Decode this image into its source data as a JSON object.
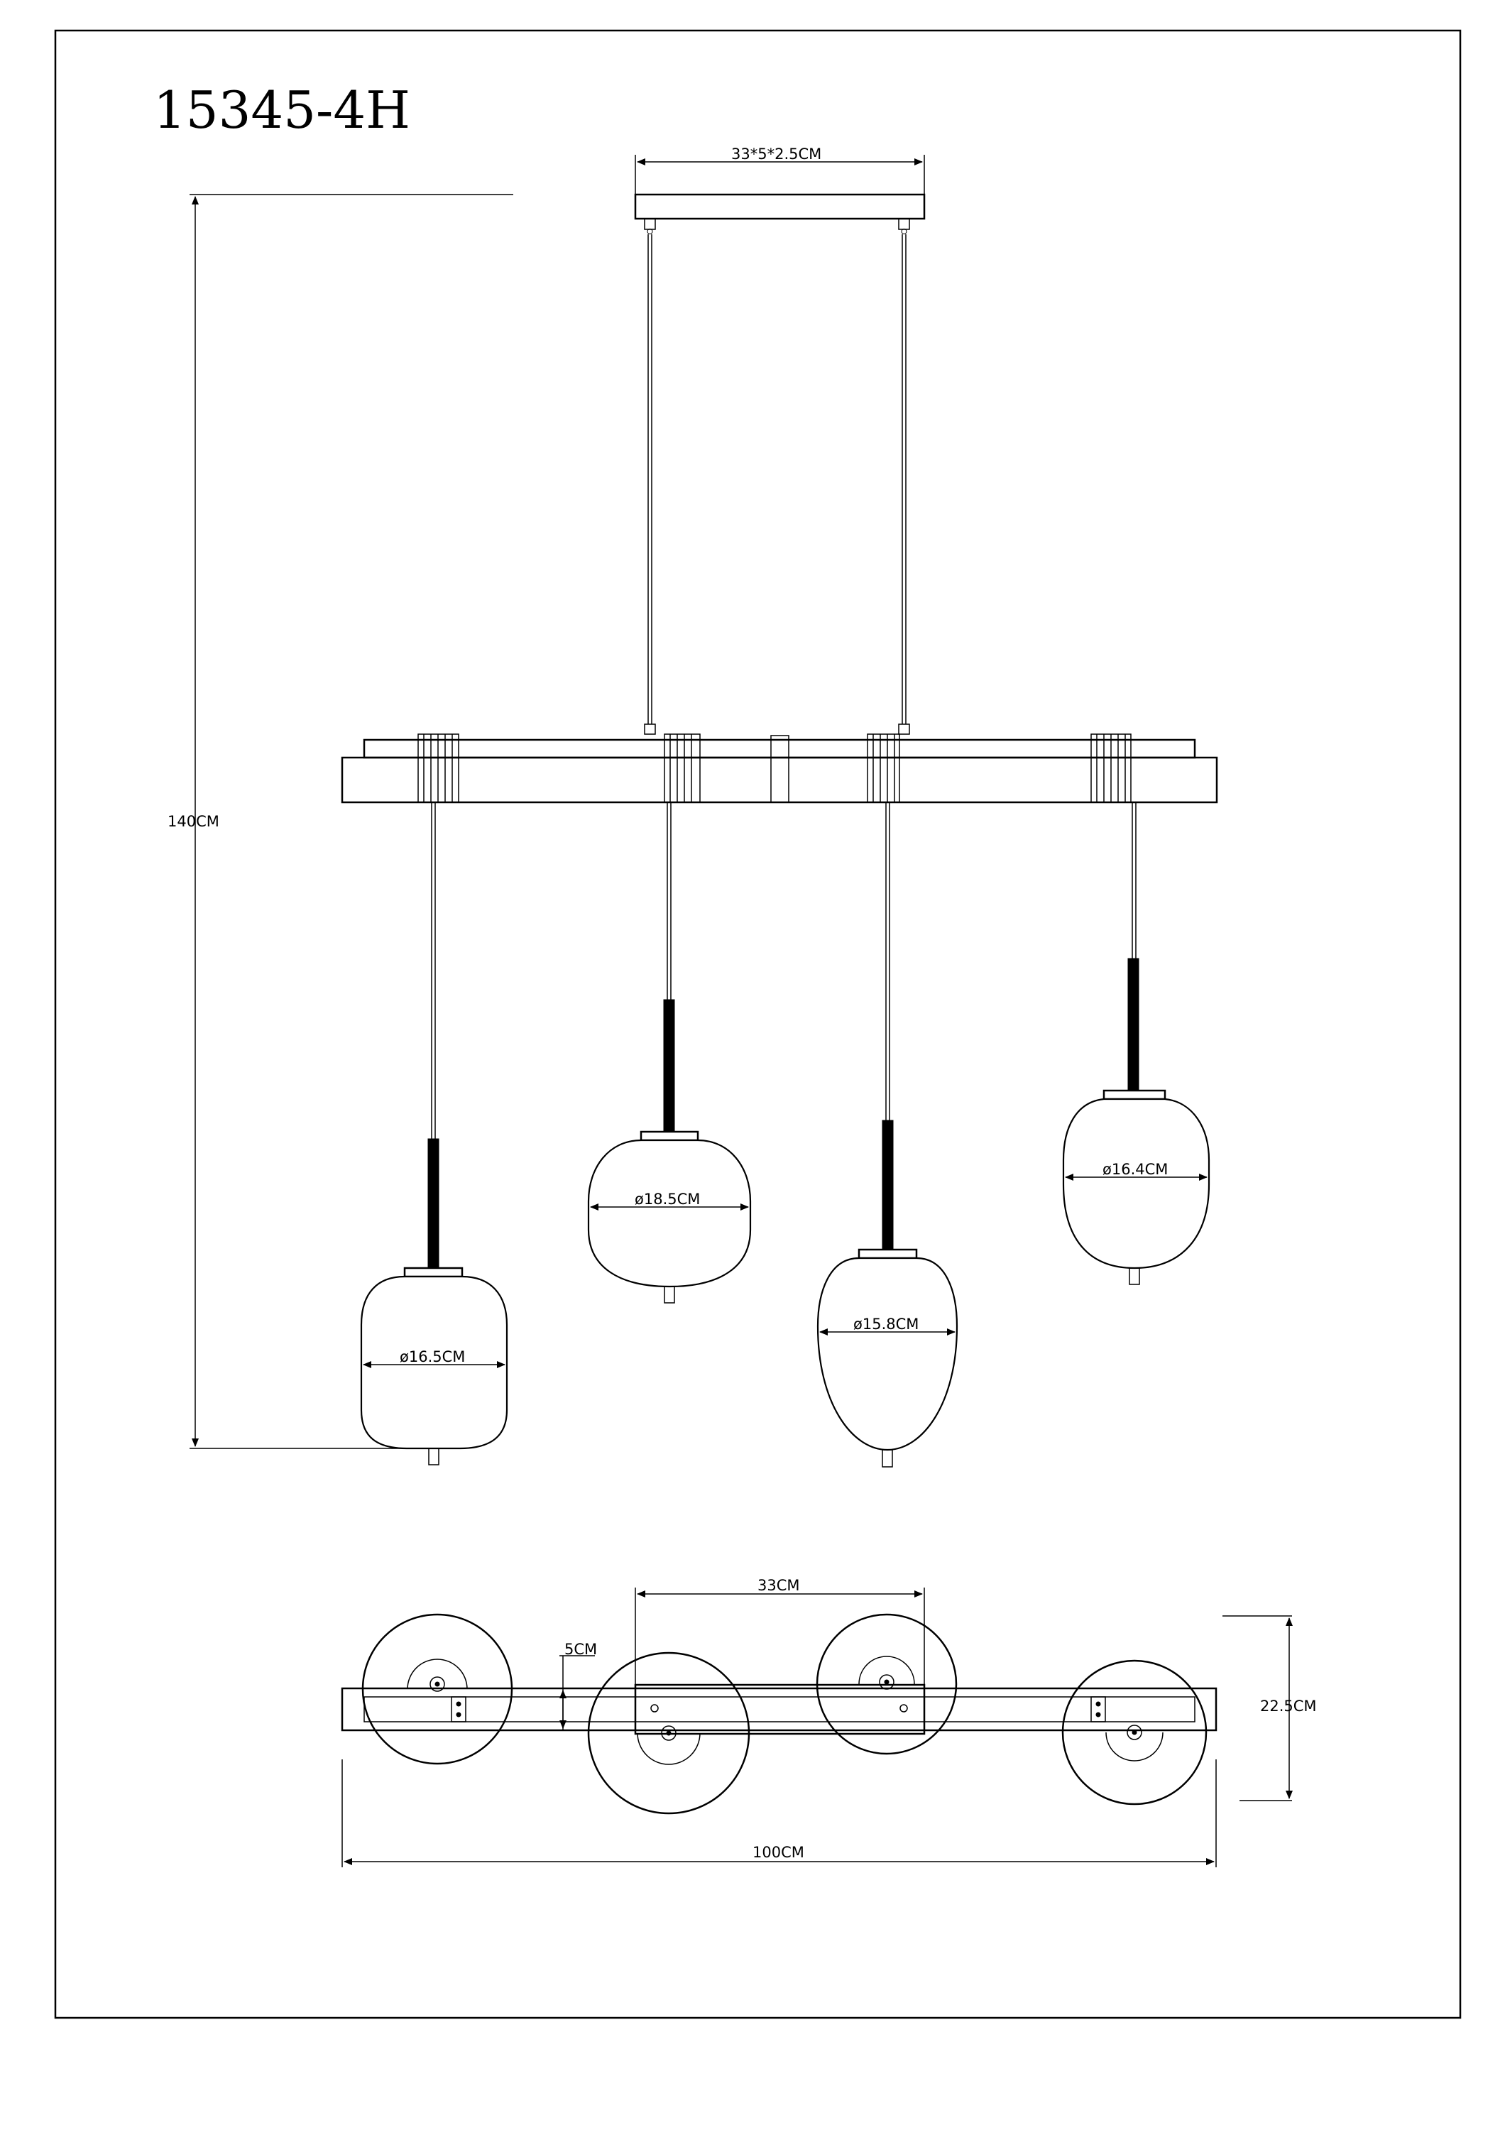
{
  "model": "15345-4H",
  "dimensions": {
    "canopy": "33*5*2.5CM",
    "height_total": "140CM",
    "shade_1": "ø16.5CM",
    "shade_2": "ø18.5CM",
    "shade_3": "ø15.8CM",
    "shade_4": "ø16.4CM",
    "plan_canopy_length": "33CM",
    "plan_bar_width": "5CM",
    "plan_depth": "22.5CM",
    "plan_total_length": "100CM"
  }
}
